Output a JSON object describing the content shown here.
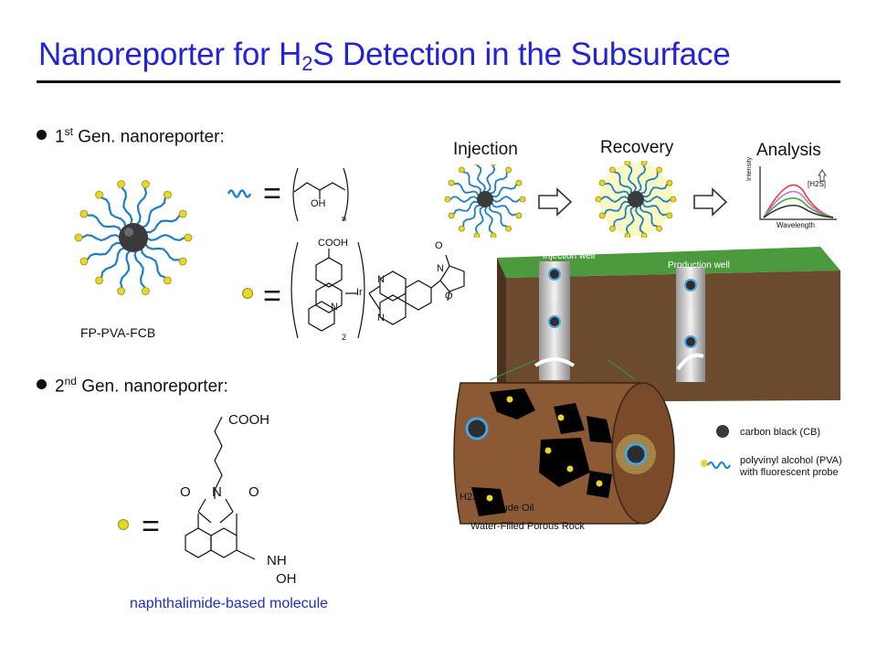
{
  "slide": {
    "title_main": "Nanoreporter for H",
    "title_sub": "2",
    "title_rest": "S Detection in the Subsurface",
    "gen1": {
      "number": "1",
      "suffix": "st",
      "text": " Gen. nanoreporter:"
    },
    "gen2": {
      "number": "2",
      "suffix": "nd",
      "text": " Gen. nanoreporter:"
    },
    "particle_label": "FP-PVA-FCB",
    "eq_sign": "=",
    "pva_oh": "OH",
    "pva_n": "n",
    "probe": {
      "cooh": "COOH",
      "ir": "Ir",
      "n": "N",
      "o": "O",
      "two": "2"
    },
    "naph": {
      "cooh": "COOH",
      "o": "O",
      "n": "N",
      "nh": "NH",
      "oh": "OH",
      "caption": "naphthalimide-based molecule"
    },
    "process": {
      "injection": "Injection",
      "recovery": "Recovery",
      "analysis": "Analysis",
      "intensity": "Intensity",
      "wavelength": "Wavelength",
      "h2s": "[H2S]"
    },
    "wells": {
      "injection": "Injection well",
      "production": "Production well"
    },
    "rock": {
      "h2s": "H2S",
      "crude_oil": "Crude Oil",
      "rock": "Water-Filled Porous Rock"
    },
    "legend": {
      "cb": "carbon black (CB)",
      "pva1": "polyvinyl alcohol (PVA)",
      "pva2": "with fluorescent probe"
    }
  },
  "colors": {
    "title": "#2323d6",
    "caption": "#1f2ed0",
    "chain": "#1e7fc8",
    "bead": "#e6d82a",
    "core": "#3a3a3a",
    "soil_green": "#3e8f3e",
    "rock_brown": "#7a4a2a"
  }
}
